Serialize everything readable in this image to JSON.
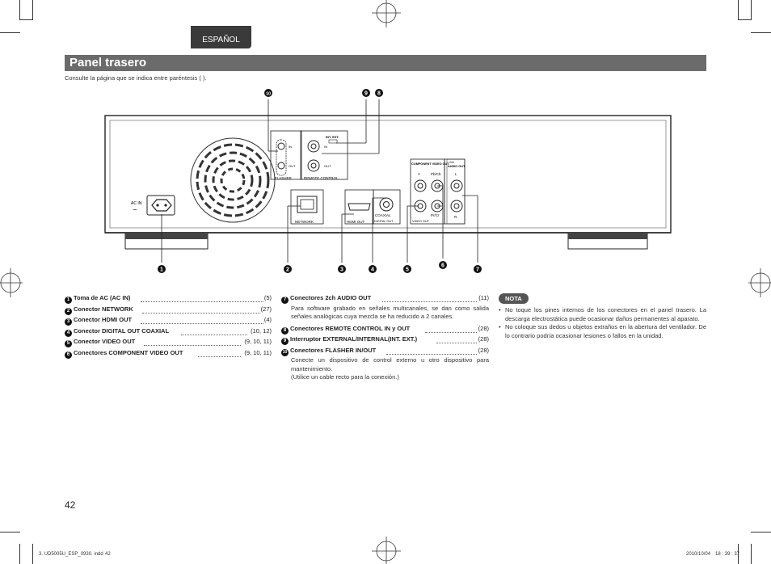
{
  "header": {
    "language_tab": "ESPAÑOL",
    "title": "Panel trasero",
    "subtitle": "Consulte la página que se indica entre paréntesis ( )."
  },
  "diagram": {
    "callouts": [
      "1",
      "2",
      "3",
      "4",
      "5",
      "6",
      "7",
      "8",
      "9",
      "10"
    ],
    "labels": {
      "ac_in": "AC IN",
      "network": "NETWORK",
      "hdmi_out": "HDMI OUT",
      "coaxial": "COAXIAL",
      "digital_out": "DIGITAL OUT",
      "video_out": "VIDEO OUT",
      "component": "COMPONENT VIDEO OUT",
      "audio_2ch": "2ch",
      "audio_out": "AUDIO OUT",
      "y": "Y",
      "pb_cb": "Pb/Cb",
      "pr_cr": "Pr/Cr",
      "l": "L",
      "r": "R",
      "flasher": "FLASHER",
      "remote_control": "REMOTE CONTROL",
      "in": "IN",
      "out": "OUT",
      "int_ext": "INT. EXT."
    }
  },
  "left_items": [
    {
      "n": "1",
      "label": "Toma de AC (AC IN)",
      "pages": "(5)"
    },
    {
      "n": "2",
      "label": "Conector NETWORK",
      "pages": "(27)"
    },
    {
      "n": "3",
      "label": "Conector HDMI OUT",
      "pages": "(4)"
    },
    {
      "n": "4",
      "label": "Conector DIGITAL OUT COAXIAL",
      "pages": "(10, 12)"
    },
    {
      "n": "5",
      "label": "Conector VIDEO OUT",
      "pages": "(9, 10, 11)"
    },
    {
      "n": "6",
      "label": "Conectores COMPONENT VIDEO OUT",
      "pages": "(9, 10, 11)"
    }
  ],
  "right_items": [
    {
      "n": "7",
      "label": "Conectores 2ch AUDIO OUT",
      "pages": "(11)",
      "desc": "Para software grabado en señales multicanales, se dan como salida señales analógicas cuya mezcla se ha reducido a 2 canales."
    },
    {
      "n": "8",
      "label": "Conectores REMOTE CONTROL IN y OUT",
      "pages": "(28)",
      "desc": ""
    },
    {
      "n": "9",
      "label": "Interruptor EXTERNAL/INTERNAL(INT. EXT.)",
      "pages": "(28)",
      "desc": ""
    },
    {
      "n": "10",
      "label": "Conectores FLASHER IN/OUT",
      "pages": "(28)",
      "desc": "Conecte un dispositivo de control externo u otro dispositivo para mantenimiento.",
      "desc2": "(Utilice un cable recto para la conexión.)"
    }
  ],
  "nota": {
    "badge": "NOTA",
    "items": [
      "No toque los pines internos de los conectores en el panel trasero. La descarga electrostática puede ocasionar daños permanentes al aparato.",
      "No coloque sus dedos u objetos extraños en la abertura del ventilador. De lo contrario podría ocasionar lesiones o fallos en la unidad."
    ]
  },
  "page_number": "42",
  "footer": {
    "file": "3. UD5005U_ESP_0930. indd",
    "file_page": "42",
    "date": "2010/10/04",
    "time": "18 : 39 : 37"
  }
}
